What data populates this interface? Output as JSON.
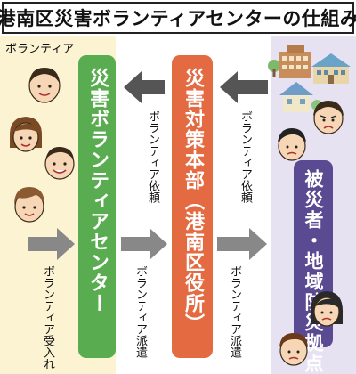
{
  "title": "港南区災害ボランティアセンターの仕組み",
  "left_group_label": "ボランティア",
  "columns": {
    "volunteer_center": "災害ボランティアセンター",
    "hq_line1": "災害対策本部",
    "hq_line2": "（港南区役所）",
    "victims": "被災者・地域防災拠点など"
  },
  "flows": {
    "request_to_center": [
      "ボランティア",
      "依頼"
    ],
    "request_to_hq": [
      "ボランティア",
      "依頼"
    ],
    "volunteer_accept": [
      "ボランティア",
      "受入れ"
    ],
    "dispatch_from_center": [
      "ボランティア",
      "派遣"
    ],
    "dispatch_from_hq": [
      "ボランティア",
      "派遣"
    ]
  },
  "colors": {
    "volunteer_center": "#5aac51",
    "disaster_hq": "#e46a42",
    "victims": "#5a4a92",
    "arrow": "#555555",
    "volunteer_bg": "#fbf3d2",
    "victims_bg": "#e7e2f2"
  },
  "icons": [
    "volunteer-person-icon",
    "victim-person-icon",
    "building-icon",
    "arrow-left-icon",
    "arrow-right-icon"
  ]
}
